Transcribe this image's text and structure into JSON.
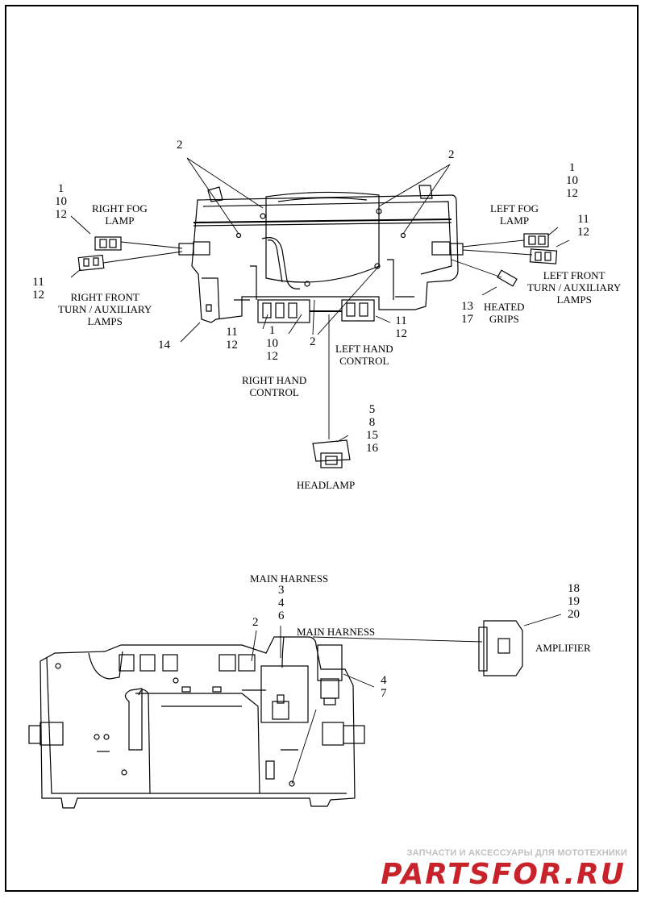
{
  "labels": {
    "right_fog_lamp": [
      "RIGHT FOG",
      "LAMP"
    ],
    "left_fog_lamp": [
      "LEFT FOG",
      "LAMP"
    ],
    "right_front_turn": [
      "RIGHT FRONT",
      "TURN / AUXILIARY",
      "LAMPS"
    ],
    "left_front_turn": [
      "LEFT FRONT",
      "TURN / AUXILIARY",
      "LAMPS"
    ],
    "heated_grips": [
      "HEATED",
      "GRIPS"
    ],
    "left_hand_control": [
      "LEFT HAND",
      "CONTROL"
    ],
    "right_hand_control": [
      "RIGHT HAND",
      "CONTROL"
    ],
    "headlamp": "HEADLAMP",
    "main_harness_top": "MAIN HARNESS",
    "main_harness": "MAIN HARNESS",
    "amplifier": "AMPLIFIER"
  },
  "callouts": {
    "top_left_2": "2",
    "top_right_2": "2",
    "right_fog": [
      "1",
      "10",
      "12"
    ],
    "left_fog": [
      "1",
      "10",
      "12"
    ],
    "left_front_turn": [
      "11",
      "12"
    ],
    "right_front_turn": [
      "11",
      "12"
    ],
    "heated_grips": [
      "13",
      "17"
    ],
    "frame_14": "14",
    "rh_control_a": [
      "11",
      "12"
    ],
    "rh_control_b": [
      "1",
      "10",
      "12"
    ],
    "center_2": "2",
    "lh_control": [
      "11",
      "12"
    ],
    "headlamp": [
      "5",
      "8",
      "15",
      "16"
    ],
    "main_harness": [
      "3",
      "4",
      "6"
    ],
    "bottom_2": "2",
    "main_harness_conn": [
      "4",
      "7"
    ],
    "amplifier": [
      "18",
      "19",
      "20"
    ]
  },
  "watermark": {
    "tagline": "ЗАПЧАСТИ И АКСЕССУАРЫ ДЛЯ МОТОТЕХНИКИ",
    "logo": "PARTSFOR.RU",
    "color": "#c8222a",
    "tagline_color": "#c0c0c0"
  }
}
